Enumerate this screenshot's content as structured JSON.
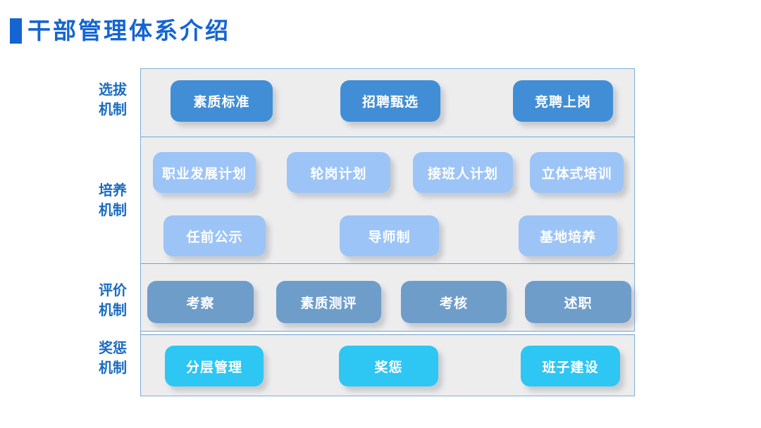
{
  "title": "干部管理体系介绍",
  "colors": {
    "title_accent": "#1565d2",
    "frame_border": "#7fafd9",
    "frame_background": "#ededee",
    "row1_button": "#418ed6",
    "row2_button": "#9cc4f7",
    "row3_button": "#6f9dc9",
    "row4_button": "#2ec6f3",
    "button_text": "#ffffff",
    "label_text": "#1a6bc0"
  },
  "rows": [
    {
      "label_line1": "选拔",
      "label_line2": "机制",
      "buttons": [
        "素质标准",
        "招聘甄选",
        "竞聘上岗"
      ]
    },
    {
      "label_line1": "培养",
      "label_line2": "机制",
      "buttons_top": [
        "职业发展计划",
        "轮岗计划",
        "接班人计划",
        "立体式培训"
      ],
      "buttons_bottom": [
        "任前公示",
        "导师制",
        "基地培养"
      ]
    },
    {
      "label_line1": "评价",
      "label_line2": "机制",
      "buttons": [
        "考察",
        "素质测评",
        "考核",
        "述职"
      ]
    },
    {
      "label_line1": "奖惩",
      "label_line2": "机制",
      "buttons": [
        "分层管理",
        "奖惩",
        "班子建设"
      ]
    }
  ]
}
